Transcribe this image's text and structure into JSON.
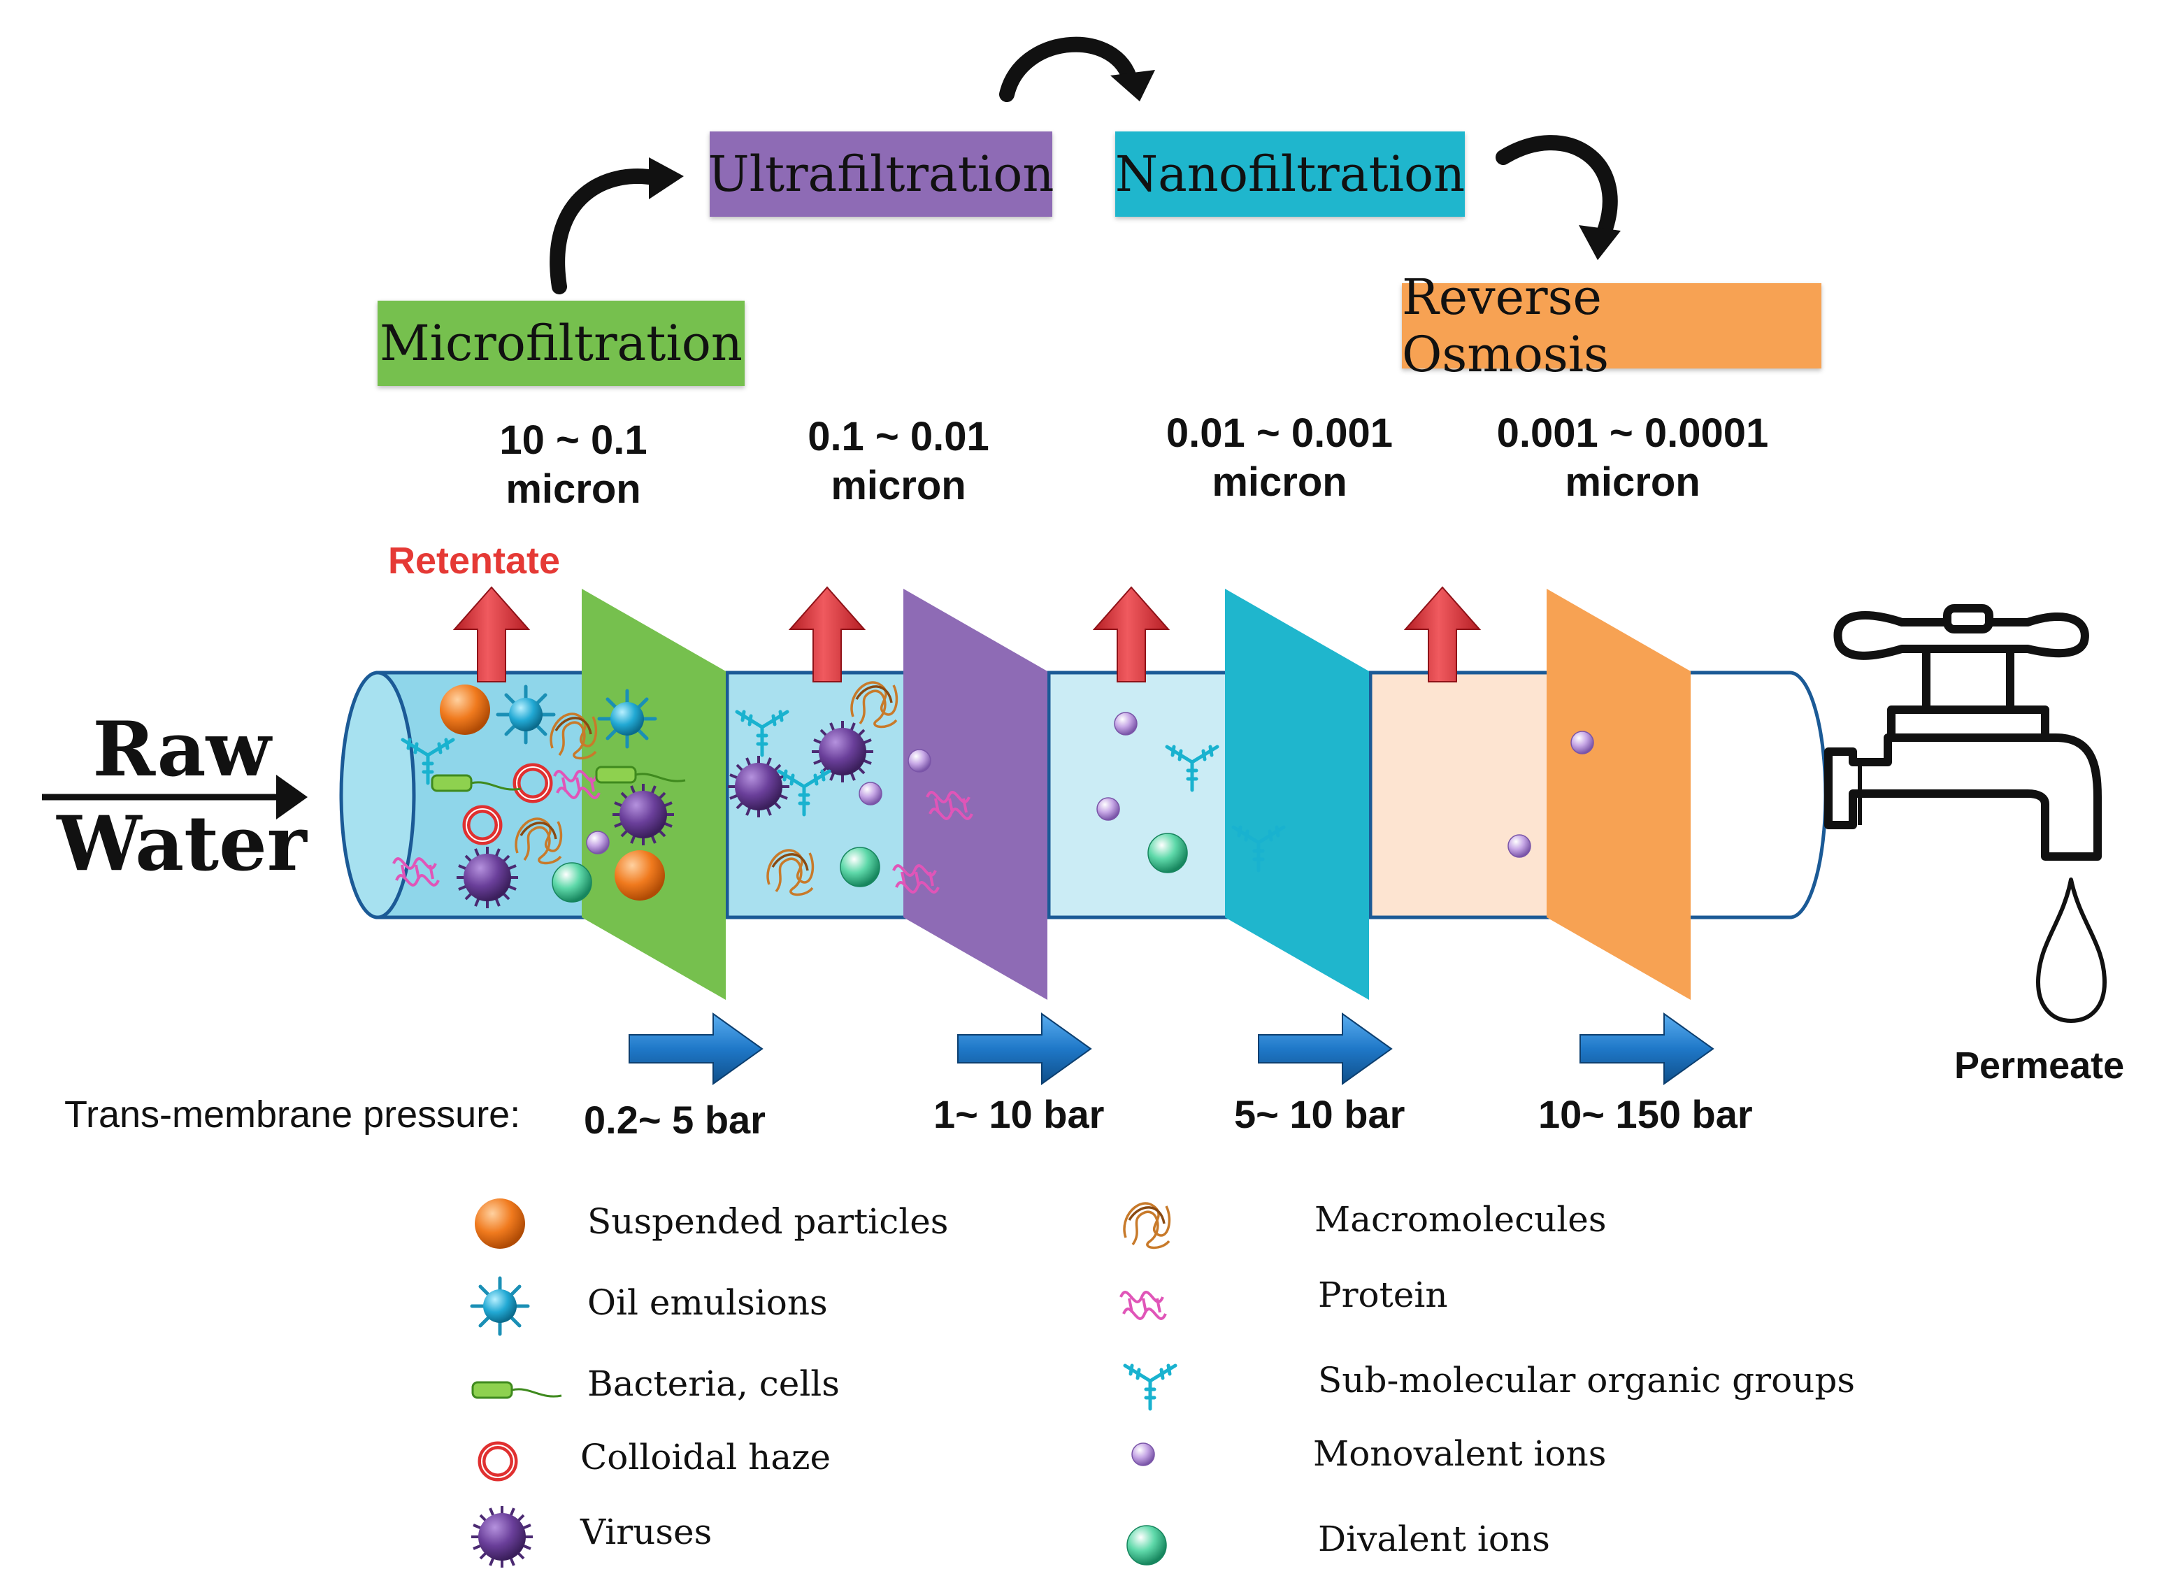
{
  "stages": [
    {
      "name": "Microfiltration",
      "color": "#76c04e",
      "size_range": "10 ~ 0.1\nmicron",
      "pressure": "0.2~ 5 bar"
    },
    {
      "name": "Ultrafiltration",
      "color": "#8e6bb5",
      "size_range": "0.1 ~ 0.01\nmicron",
      "pressure": "1~ 10 bar"
    },
    {
      "name": "Nanofiltration",
      "color": "#1fb6cd",
      "size_range": "0.01 ~ 0.001\nmicron",
      "pressure": "5~ 10 bar"
    },
    {
      "name": "Reverse Osmosis",
      "color": "#f7a253",
      "size_range": "0.001 ~ 0.0001\nmicron",
      "pressure": "10~ 150 bar"
    }
  ],
  "labels": {
    "raw_water": "Raw\nWater",
    "retentate": "Retentate",
    "permeate": "Permeate",
    "pressure_title": "Trans-membrane pressure:"
  },
  "legend_left": [
    {
      "label": "Suspended particles",
      "icon": "suspended-particle-icon"
    },
    {
      "label": "Oil emulsions",
      "icon": "oil-emulsion-icon"
    },
    {
      "label": "Bacteria, cells",
      "icon": "bacteria-icon"
    },
    {
      "label": "Colloidal haze",
      "icon": "colloidal-haze-icon"
    },
    {
      "label": "Viruses",
      "icon": "virus-icon"
    }
  ],
  "legend_right": [
    {
      "label": "Macromolecules",
      "icon": "macromolecule-icon"
    },
    {
      "label": "Protein",
      "icon": "protein-icon"
    },
    {
      "label": "Sub-molecular organic groups",
      "icon": "organic-group-icon"
    },
    {
      "label": "Monovalent ions",
      "icon": "monovalent-ion-icon"
    },
    {
      "label": "Divalent ions",
      "icon": "divalent-ion-icon"
    }
  ],
  "colors": {
    "retentate_arrow": "#e0353b",
    "flow_arrow": "#1f78c8",
    "retentate_text": "#e53935",
    "pipe_stage1": "#8fd6ea",
    "pipe_stage2": "#a9e0ef",
    "pipe_stage3": "#cbecf5",
    "pipe_stage4": "#fde4d1",
    "suspended": "#f07a1e",
    "oil": "#22a9d4",
    "virus": "#6a3f9a",
    "ion_mono": "#b490d8",
    "ion_di": "#3ec79a",
    "protein": "#e055b8",
    "macromolecule": "#c87a2a",
    "haze": "#e03030",
    "bacteria": "#7ac943"
  }
}
